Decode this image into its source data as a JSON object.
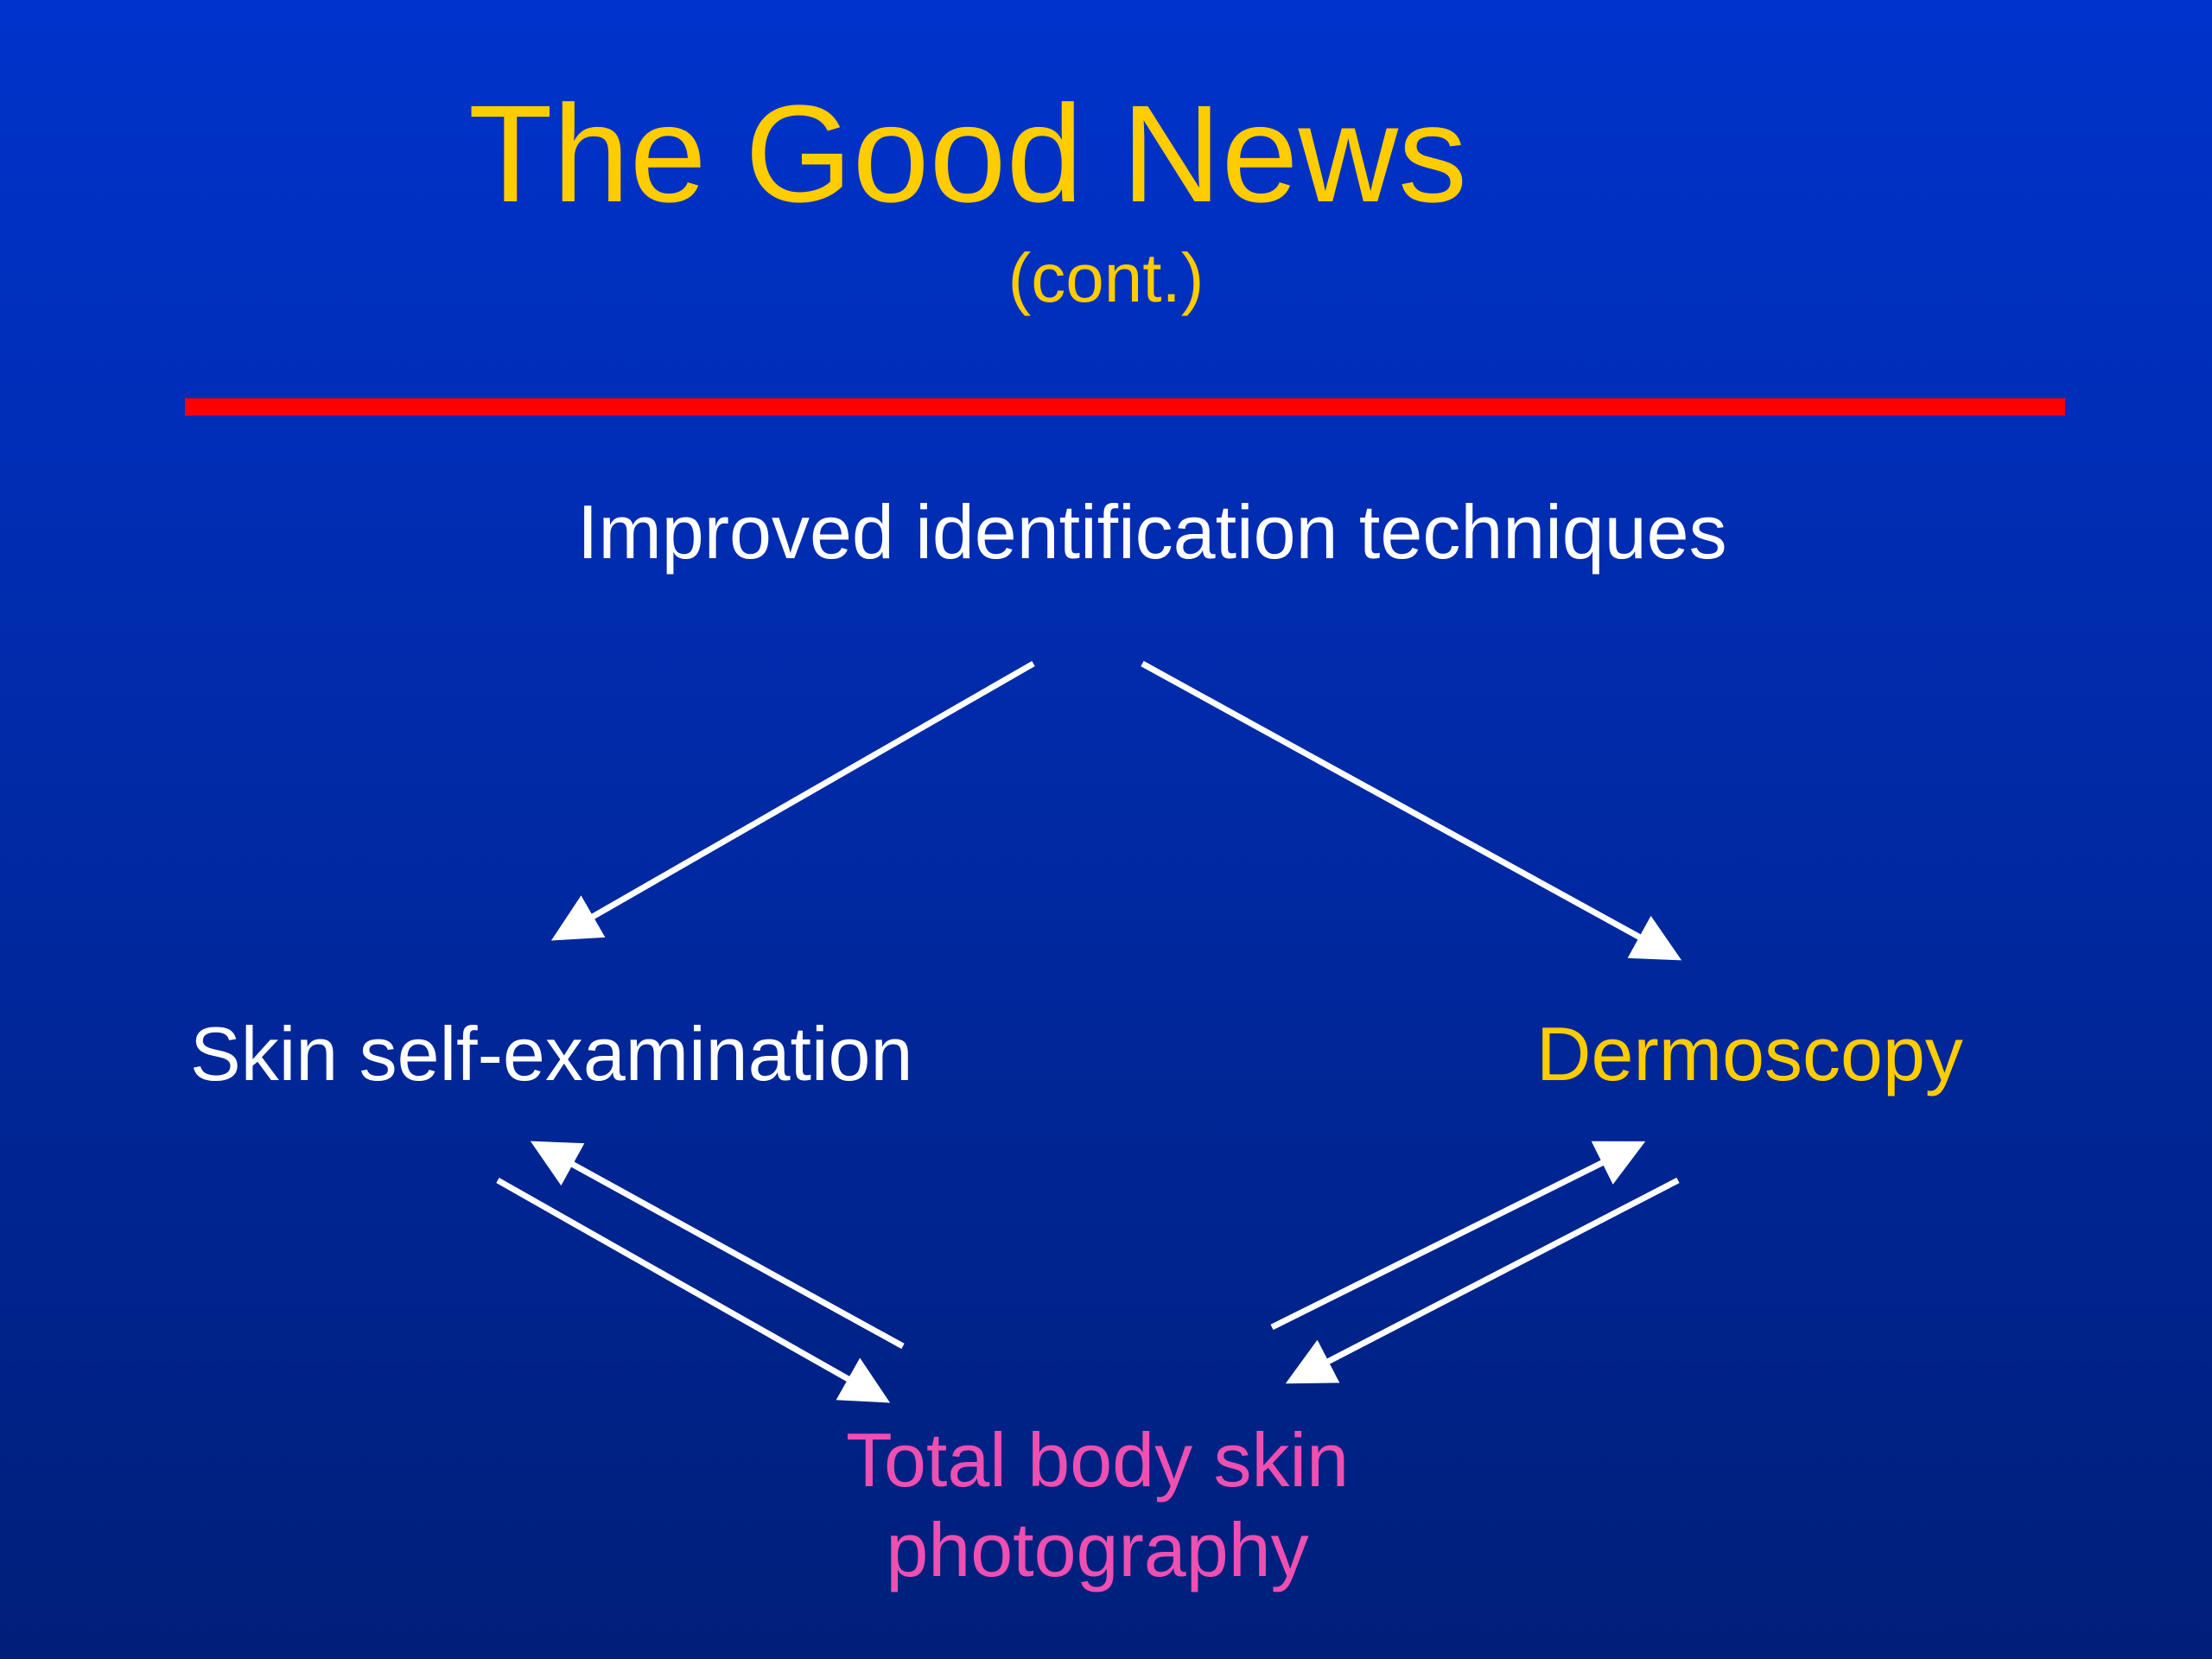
{
  "slide": {
    "title": "The Good News",
    "subtitle": "(cont.)"
  },
  "diagram": {
    "nodes": {
      "root": {
        "label": "Improved identification techniques"
      },
      "sse": {
        "label": "Skin self-examination"
      },
      "derm": {
        "label": "Dermoscopy"
      },
      "tbsp": {
        "label_line1": "Total body skin",
        "label_line2": "photography"
      }
    },
    "edges": [
      {
        "from": "root",
        "to": "sse"
      },
      {
        "from": "root",
        "to": "derm"
      },
      {
        "from": "sse",
        "to": "tbsp"
      },
      {
        "from": "tbsp",
        "to": "sse"
      },
      {
        "from": "tbsp",
        "to": "derm"
      },
      {
        "from": "derm",
        "to": "tbsp"
      }
    ]
  },
  "colors": {
    "background_top": "#0033CC",
    "background_bottom": "#001F7A",
    "title": "#FFCC00",
    "divider": "#FF0000",
    "root_text": "#FFFFFF",
    "sse_text": "#FFFFFF",
    "derm_text": "#FFCC00",
    "tbsp_text": "#EE4FB0",
    "arrow": "#FFFFFF"
  }
}
